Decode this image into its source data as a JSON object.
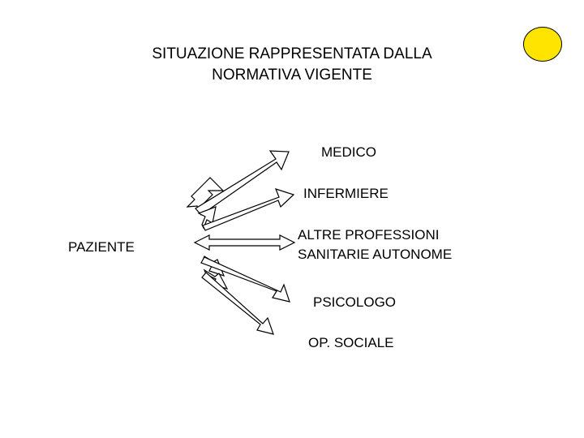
{
  "slide": {
    "title": "SITUAZIONE RAPPRESENTATA DALLA\nNORMATIVA VIGENTE",
    "background_color": "#ffffff",
    "text_color": "#000000"
  },
  "decoration": {
    "bullet_dot": {
      "name": "yellow-circle",
      "color": "#ffe400",
      "outline_color": "#000000"
    }
  },
  "diagram": {
    "type": "radial-arrow-diagram",
    "center_node": {
      "label": "PAZIENTE"
    },
    "nodes": [
      {
        "label": "MEDICO"
      },
      {
        "label": "INFERMIERE"
      },
      {
        "label": "ALTRE PROFESSIONI\nSANITARIE AUTONOME"
      },
      {
        "label": "PSICOLOGO"
      },
      {
        "label": "OP. SOCIALE"
      }
    ],
    "connectors": [
      {
        "from": "PAZIENTE",
        "to": "MEDICO",
        "style": "double-headed-arrow"
      },
      {
        "from": "PAZIENTE",
        "to": "INFERMIERE",
        "style": "double-headed-arrow"
      },
      {
        "from": "PAZIENTE",
        "to": "ALTRE PROFESSIONI SANITARIE AUTONOME",
        "style": "double-headed-arrow"
      },
      {
        "from": "PAZIENTE",
        "to": "PSICOLOGO",
        "style": "double-headed-arrow"
      },
      {
        "from": "PAZIENTE",
        "to": "OP. SOCIALE",
        "style": "double-headed-arrow"
      }
    ]
  }
}
